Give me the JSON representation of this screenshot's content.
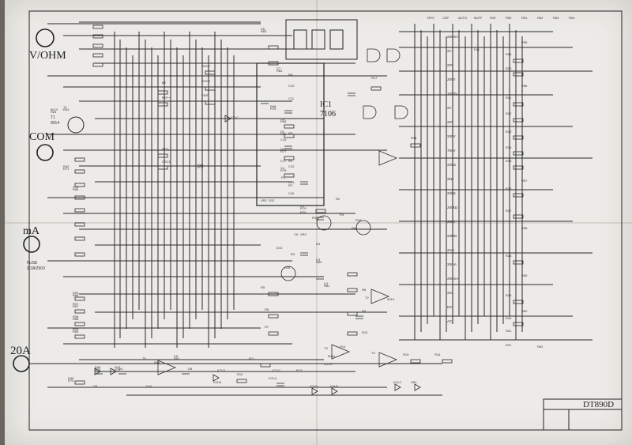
{
  "terminals": {
    "v_ohm": "V/OHM",
    "com": "COM",
    "ma": "mA",
    "a20": "20A"
  },
  "ic": {
    "ref": "IC1",
    "part": "7106"
  },
  "title_block": {
    "model": "DT890D"
  },
  "fuse": {
    "label": "FUSE",
    "rating": "0.2A/250V"
  },
  "components": {
    "t1": "T1",
    "t1_part": "9014",
    "c14": "C14",
    "r33": "R33",
    "r37": "R37",
    "r38": "R38",
    "r39": "R39",
    "r40": "R40",
    "r42": "R42",
    "r45": "R45",
    "r46": "R46",
    "r47": "R47",
    "r48": "R48",
    "d1": "D1",
    "d2": "D2",
    "c1": "C1",
    "c2": "C2",
    "c3": "C3",
    "c4": "C4",
    "c5": "C5",
    "c6": "C6",
    "c7": "C7",
    "c8": "C8",
    "c15": "C15",
    "c17": "C17",
    "r1": "R1",
    "r2": "R2",
    "r3": "R3",
    "r4": "R4",
    "r5": "R5",
    "r6": "R6",
    "r7": "R7",
    "r8": "R8",
    "r9": "R9",
    "r10": "R10",
    "r11": "R11",
    "r12": "R12",
    "r13": "R13",
    "r14": "R14",
    "r15": "R15",
    "r16": "R16",
    "r17": "R17",
    "r18": "R18",
    "r19": "R19",
    "r20": "R20",
    "r21": "R21",
    "r22": "R22",
    "r23": "R23",
    "r24": "R24",
    "r25": "R25",
    "r26": "R26",
    "r27": "R27",
    "r28": "R28",
    "r29": "R29",
    "r30": "R30",
    "r31": "R31",
    "r32": "R32",
    "r34": "R34",
    "r35": "R35",
    "r36": "R36",
    "r43": "R43",
    "r44": "R44",
    "t2": "T2",
    "t3": "T3",
    "t4": "T4",
    "t5": "T5",
    "t9013": "9013",
    "t9014": "9014",
    "ic2a": "IC2:A",
    "ic2b": "IC2:B",
    "ic2c": "IC2:C",
    "ic2d": "IC2:D",
    "ic3b": "IC3:B",
    "ic3c": "IC3:C",
    "ic3d": "IC3:D",
    "ic4b": "IC4:B",
    "ic4c": "IC4:C",
    "vr1": "VR1",
    "vr2": "VR2",
    "vr3": "VR3",
    "d3": "D3",
    "d4": "D4",
    "d8": "D8",
    "d9": "D9",
    "d10": "D10",
    "d11": "D11",
    "d12": "D12",
    "d13": "D13",
    "c9": "C9",
    "c10": "C10",
    "c11": "C11",
    "c12": "C12",
    "c13": "C13",
    "c16": "C16",
    "r0": "R0",
    "rt": "RT",
    "ra": "RA",
    "rb": "RB",
    "bz": "BZ",
    "ref": "REF+",
    "ref2": "REF-",
    "osc1": "OSC1",
    "osc2": "OSC2",
    "osc3": "OSC3",
    "vint": "VINT",
    "test": "TEST",
    "cap": "CAP",
    "auto": "AUTO",
    "buff": "BUFF",
    "r49": "R49",
    "r50": "R50",
    "r51": "R51",
    "r52": "R52",
    "r53": "R53",
    "r54": "R54",
    "r55": "R55",
    "r56": "R56",
    "r57": "R57",
    "r58": "R58",
    "r59": "R59",
    "r60": "R60",
    "r61": "R61",
    "r62": "R62",
    "r63": "R63",
    "r64": "R64",
    "r65": "R65",
    "r66": "R66",
    "r67": "R67",
    "r68": "R68",
    "r69": "R69",
    "r70": "R70",
    "r71": "R71",
    "r72": "R72",
    "r73": "R73",
    "r74": "R74",
    "r75": "R75",
    "r76": "R76",
    "r77": "R77",
    "r78": "R78",
    "r79": "R79",
    "r80": "R80",
    "r81": "R81",
    "r82": "R82",
    "r83": "R83",
    "r84": "R84",
    "r85": "R85"
  },
  "range_labels": [
    "200mV",
    "2V",
    "20V",
    "200V",
    "1000V",
    "2V",
    "20V",
    "200V",
    "750V",
    "200Ω",
    "2kΩ",
    "20kΩ",
    "200kΩ",
    "2MΩ",
    "20MΩ",
    "2mA",
    "20mA",
    "200mA",
    "20A",
    "DC",
    "AC"
  ]
}
